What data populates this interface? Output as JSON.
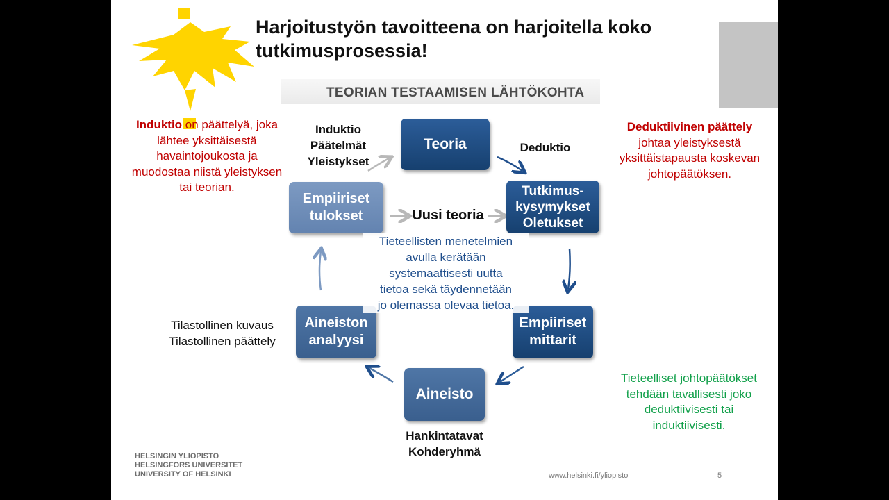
{
  "slide": {
    "title": "Harjoitustyön tavoitteena on harjoitella koko tutkimusprosessia!",
    "diagram_title": "TEORIAN TESTAAMISEN LÄHTÖKOHTA",
    "boxes": {
      "teoria": "Teoria",
      "tutkimus_1": "Tutkimus-",
      "tutkimus_2": "kysymykset",
      "tutkimus_3": "Oletukset",
      "mittarit_1": "Empiiriset",
      "mittarit_2": "mittarit",
      "aineisto": "Aineisto",
      "analyysi_1": "Aineiston",
      "analyysi_2": "analyysi",
      "tulokset_1": "Empiiriset",
      "tulokset_2": "tulokset"
    },
    "labels": {
      "induktio_1": "Induktio",
      "induktio_2": "Päätelmät",
      "induktio_3": "Yleistykset",
      "deduktio": "Deduktio",
      "uusi_teoria": "Uusi teoria",
      "hankinta_1": "Hankintatavat",
      "hankinta_2": "Kohderyhmä"
    },
    "left_note": {
      "bold": "Induktio",
      "rest_1": " on päättelyä, joka",
      "line_2": "lähtee yksittäisestä",
      "line_3": "havaintojoukosta ja",
      "line_4": "muodostaa niistä yleistyksen",
      "line_5": "tai teorian."
    },
    "right_note": {
      "bold": "Deduktiivinen päättely",
      "line_2": "johtaa yleistyksestä",
      "line_3": "yksittäistapausta koskevan",
      "line_4": "johtopäätöksen."
    },
    "center_note": [
      "Tieteellisten menetelmien",
      "avulla kerätään",
      "systemaattisesti uutta",
      "tietoa sekä täydennetään",
      "jo olemassa olevaa tietoa."
    ],
    "stats_note": [
      "Tilastollinen kuvaus",
      "Tilastollinen päättely"
    ],
    "green_note": [
      "Tieteelliset johtopäätökset",
      "tehdään tavallisesti joko",
      "deduktiivisesti tai",
      "induktiivisesti."
    ],
    "footer": {
      "uni_1": "HELSINGIN YLIOPISTO",
      "uni_2": "HELSINGFORS UNIVERSITET",
      "uni_3": "UNIVERSITY OF HELSINKI",
      "url": "www.helsinki.fi/yliopisto",
      "page": "5"
    }
  },
  "colors": {
    "logo": "#ffd400",
    "red": "#c00000",
    "blue": "#1f4e8c",
    "green": "#11a04a"
  }
}
